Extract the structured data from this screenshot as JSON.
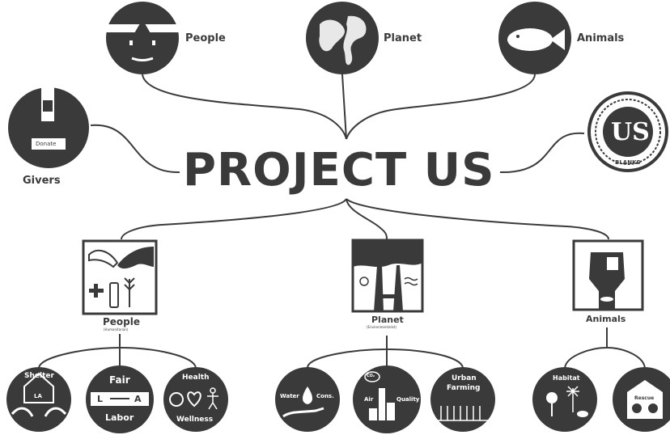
{
  "title": "PROJECT US",
  "top_row": {
    "people": "People",
    "planet": "Planet",
    "animals": "Animals"
  },
  "left": {
    "givers": "Givers",
    "donate": "Donate"
  },
  "right": {
    "logo_text": "US",
    "logo_ring": "BLANKS"
  },
  "pillars": {
    "people": {
      "label": "People",
      "sublabel": "(Humanitarian)"
    },
    "planet": {
      "label": "Planet",
      "sublabel": "(Environmentalist)"
    },
    "animals": {
      "label": "Animals"
    }
  },
  "causes": {
    "shelter": {
      "title": "Shelter",
      "inner": "LA"
    },
    "fair_labor": {
      "top": "Fair",
      "bottom": "Labor",
      "left": "L",
      "right": "A"
    },
    "health": {
      "top": "Health",
      "bottom": "Wellness"
    },
    "water": {
      "left": "Water",
      "right": "Cons."
    },
    "air": {
      "left": "Air",
      "right": "Quality",
      "cloud": "CO₂"
    },
    "urban": {
      "line1": "Urban",
      "line2": "Farming"
    },
    "habitat": {
      "title": "Habitat"
    },
    "rescue": {
      "title": "Rescue"
    }
  },
  "colors": {
    "ink": "#3a3a3a",
    "paper": "#ffffff"
  }
}
